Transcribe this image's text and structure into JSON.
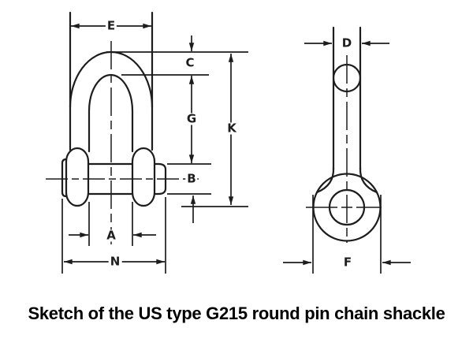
{
  "caption": "Sketch of the US type G215 round pin chain shackle",
  "dimension_labels": {
    "e": "E",
    "c": "C",
    "g": "G",
    "k": "K",
    "b": "B",
    "a": "A",
    "n": "N",
    "d": "D",
    "f": "F"
  },
  "colors": {
    "line": "#1d1d1d",
    "background": "#ffffff",
    "caption_text": "#000000"
  }
}
